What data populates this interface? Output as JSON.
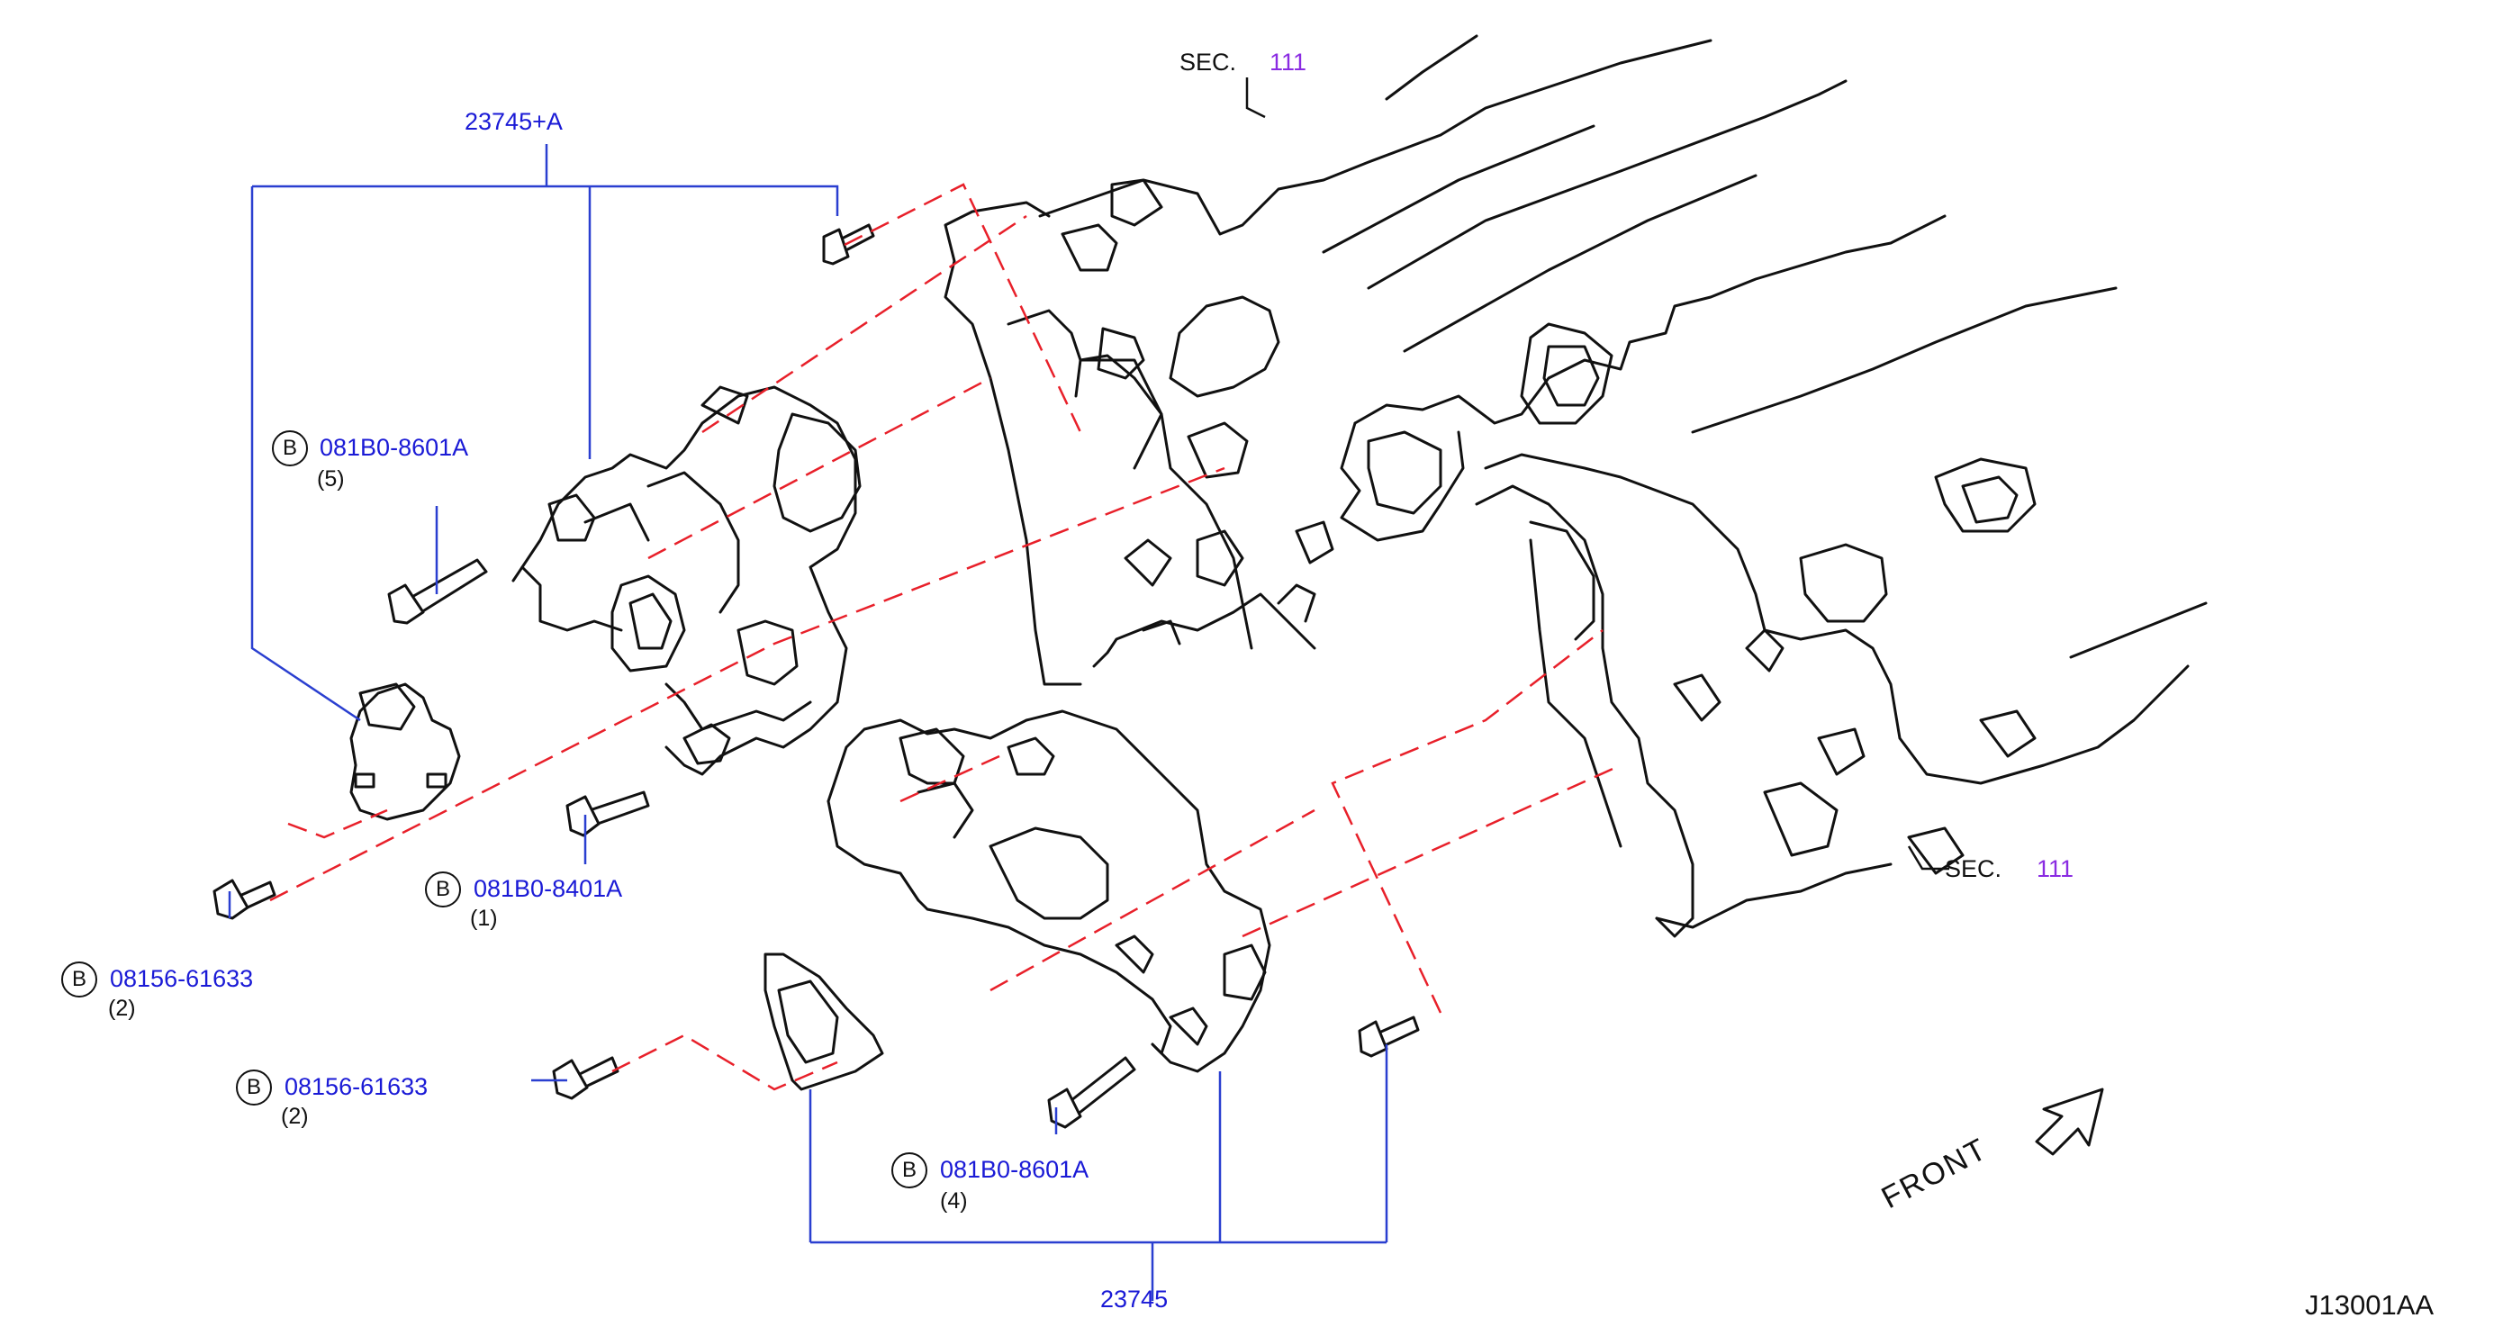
{
  "diagram": {
    "figure_code": "J13001AA",
    "front_label": "FRONT",
    "assembly_labels": [
      {
        "id": "a",
        "part_no": "23745+A"
      },
      {
        "id": "b",
        "part_no": "23745"
      }
    ],
    "section_refs": [
      {
        "prefix": "SEC.",
        "number": "111"
      },
      {
        "prefix": "SEC.",
        "number": "111"
      }
    ],
    "fasteners": [
      {
        "marker": "B",
        "part_no": "081B0-8601A",
        "qty": "(5)"
      },
      {
        "marker": "B",
        "part_no": "081B0-8401A",
        "qty": "(1)"
      },
      {
        "marker": "B",
        "part_no": "08156-61633",
        "qty": "(2)"
      },
      {
        "marker": "B",
        "part_no": "08156-61633",
        "qty": "(2)"
      },
      {
        "marker": "B",
        "part_no": "081B0-8601A",
        "qty": "(4)"
      }
    ],
    "colors": {
      "callout_blue": "#1a1ad6",
      "leader_blue": "#2a3fd0",
      "dashed_red": "#e8202a",
      "section_purple": "#8a2be2",
      "line_black": "#111111"
    }
  }
}
